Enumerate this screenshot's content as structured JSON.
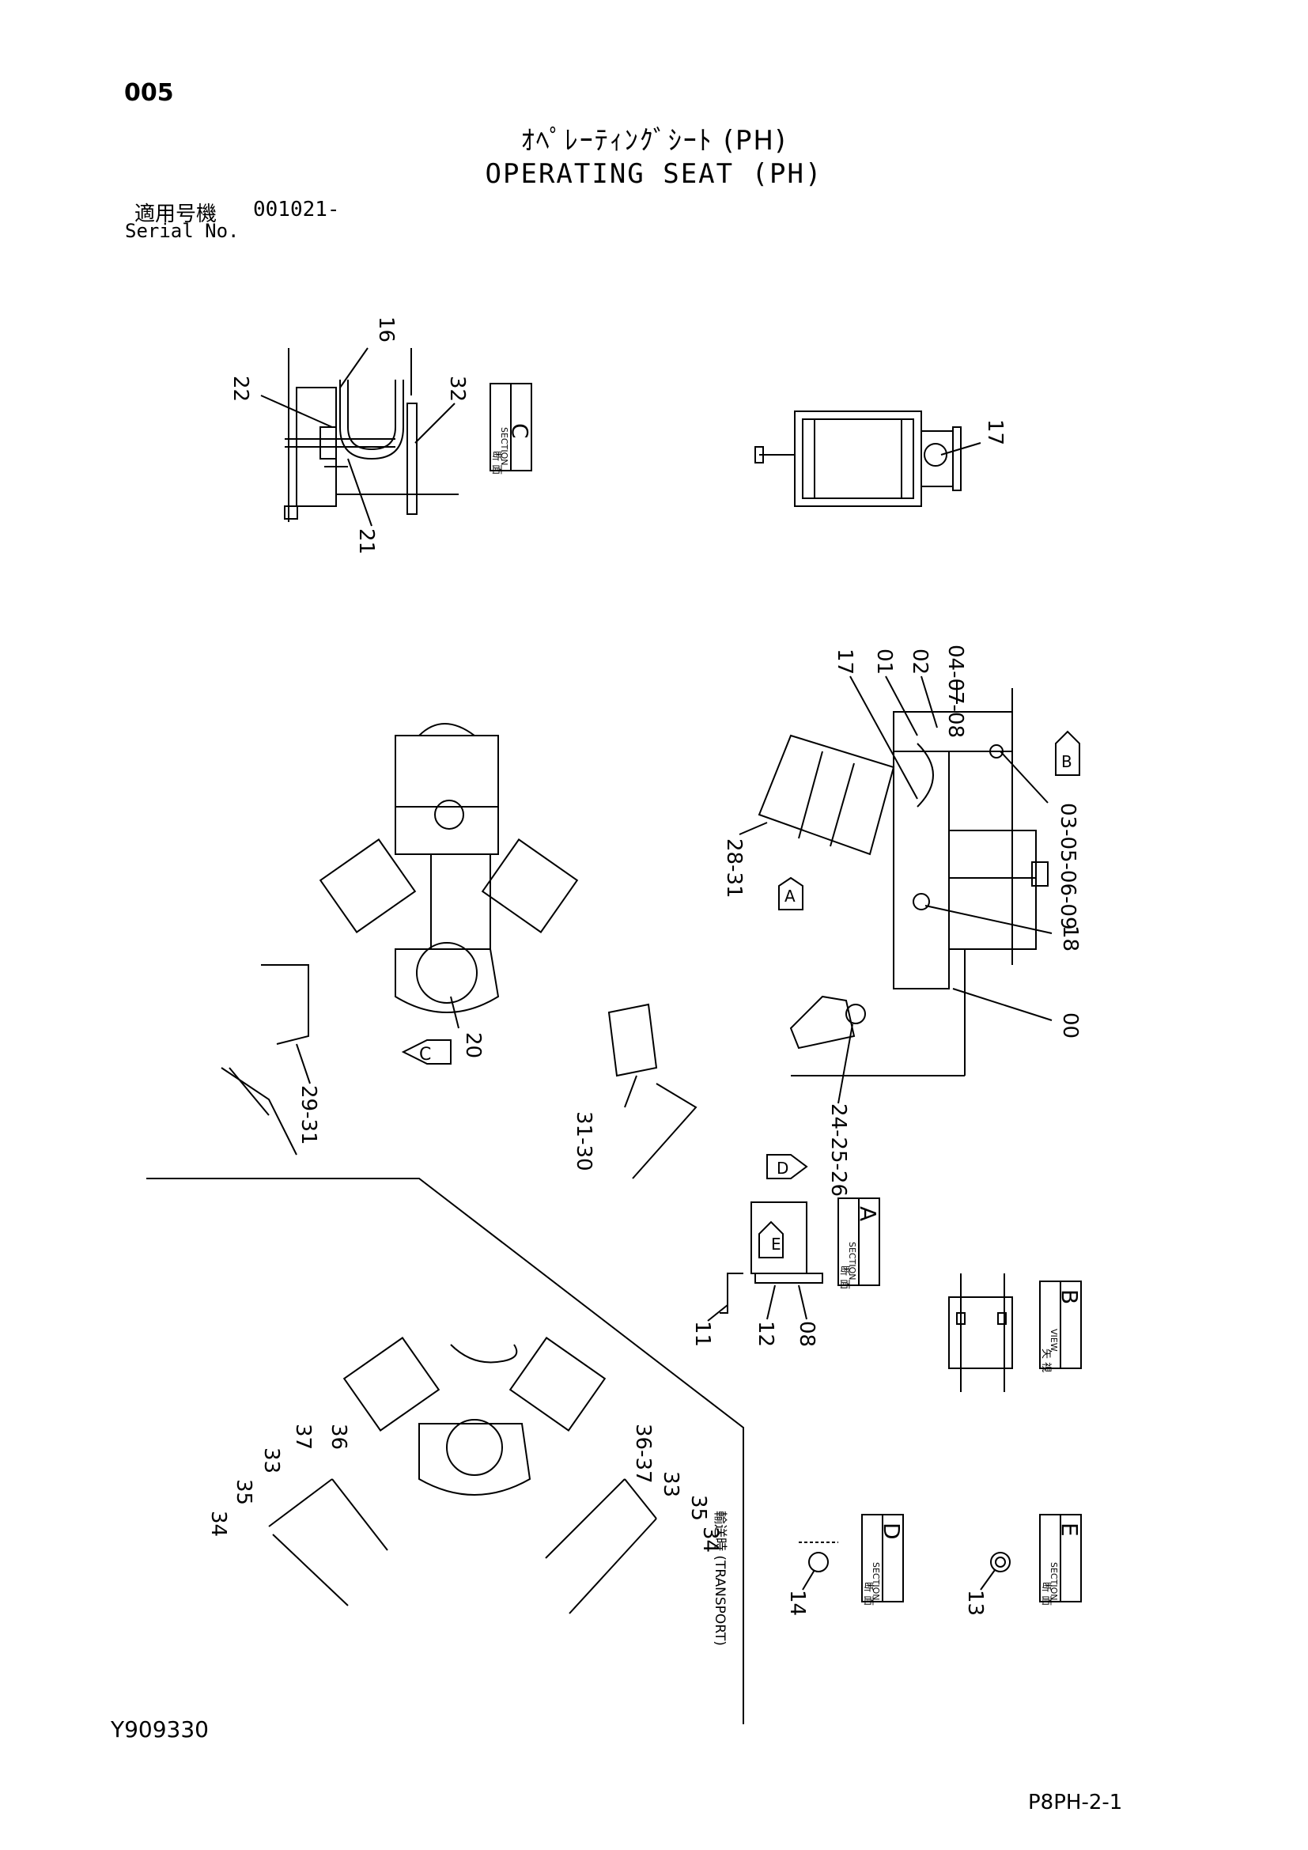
{
  "header": {
    "page_no": "005",
    "title_jp": "ｵﾍﾟﾚｰﾃｨﾝｸﾞｼｰﾄ (PH)",
    "title_en": "OPERATING SEAT (PH)",
    "serial_label_jp": "適用号機",
    "serial_value": "001021-",
    "serial_label_en": "Serial No."
  },
  "footer": {
    "drawing_id": "Y909330",
    "sheet_id": "P8PH-2-1"
  },
  "section_boxes": {
    "c": {
      "letter": "C",
      "jp": "断 面",
      "en": "SECTION"
    },
    "a": {
      "letter": "A",
      "jp": "断 面",
      "en": "SECTION"
    },
    "b": {
      "letter": "B",
      "jp": "矢 視",
      "en": "VIEW"
    },
    "d": {
      "letter": "D",
      "jp": "断 面",
      "en": "SECTION"
    },
    "e": {
      "letter": "E",
      "jp": "断 面",
      "en": "SECTION"
    }
  },
  "view_arrows": {
    "a": "A",
    "b": "B",
    "c": "C",
    "d": "D",
    "e": "E"
  },
  "transport_label": "輸送時 (TRANSPORT)",
  "callouts": {
    "c16": "16",
    "c22": "22",
    "c32": "32",
    "c21": "21",
    "c17a": "17",
    "c17b": "17",
    "c01": "01",
    "c02": "02",
    "c04_08": "04-07-08",
    "c03_09": "03-05-06-09",
    "c28_31": "28-31",
    "c18": "18",
    "c00": "00",
    "c24_26": "24-25-26",
    "c20": "20",
    "c29_31": "29-31",
    "c31_30": "31-30",
    "c11": "11",
    "c12": "12",
    "c08": "08",
    "c37a": "37",
    "c36a": "36",
    "c33a": "33",
    "c35a": "35",
    "c34a": "34",
    "c36b": "36-37",
    "c33b": "33",
    "c35b": "35",
    "c34b": "34",
    "c14": "14",
    "c13": "13"
  }
}
